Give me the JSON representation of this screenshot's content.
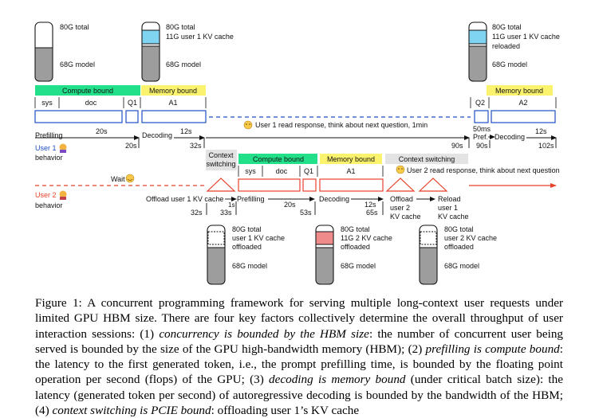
{
  "figure": {
    "gpu": {
      "total": "80G total",
      "model": "68G model",
      "u1_kv": "11G user 1 KV cache",
      "u1_kv_reloaded": "11G user 1 KV cache reloaded",
      "u1_kv_offloaded": "user 1 KV cache offloaded",
      "u2_kv": "11G 2 KV cache",
      "u2_kv_offloaded": "user 2 KV cache offloaded"
    },
    "bound": {
      "compute": "Compute bound",
      "memory": "Memory bound",
      "context": "Context switching",
      "context_line1": "Context",
      "context_line2": "switching"
    },
    "tokens": {
      "sys": "sys",
      "doc": "doc",
      "q1": "Q1",
      "a1": "A1",
      "q2": "Q2",
      "a2": "A2"
    },
    "user1": {
      "label": "User 1",
      "behavior": "behavior",
      "prefilling": "Prefilling",
      "decoding": "Decoding",
      "think": "User 1 read response, think about next question, 1min",
      "pref": "Pref.",
      "decoding2": "Decoding"
    },
    "user2": {
      "label": "User 2",
      "behavior": "behavior",
      "wait": "Wait",
      "think": "User 2 read response, think about next question",
      "offload_u1": "Offload user 1 KV cache",
      "prefilling": "Prefilling",
      "decoding": "Decoding",
      "offload_u2_l1": "Offload",
      "offload_u2_l2": "user 2",
      "offload_u2_l3": "KV cache",
      "reload_u1_l1": "Reload",
      "reload_u1_l2": "user 1",
      "reload_u1_l3": "KV cache"
    },
    "times": {
      "t20s": "20s",
      "t12s": "12s",
      "t20s_end": "20s",
      "t32s": "32s",
      "t90s": "90s",
      "t50ms": "50ms",
      "t90s_b": "90s",
      "t12s_b": "12s",
      "t102s": "102s",
      "u2_32s": "32s",
      "u2_1s": "1s",
      "u2_33s": "33s",
      "u2_20s": "20s",
      "u2_53s": "53s",
      "u2_12s": "12s",
      "u2_65s": "65s"
    },
    "colors": {
      "compute": "#22e08a",
      "memory": "#fbf36e",
      "context": "#e3e3e3",
      "u1_kv": "#7fd4f2",
      "u2_kv": "#f08b8b",
      "model": "#9d9d9d",
      "u1_blue": "#1f4fc4",
      "u2_red": "#e8412b"
    },
    "emoji_user1": "user-emoji-icon",
    "emoji_wait": "smile-emoji-icon"
  },
  "caption": {
    "label": "Figure 1:",
    "s1": "A concurrent programming framework for serving multiple long-context user requests under limited GPU HBM size. There are four key factors collectively determine the overall throughput of user interaction sessions: (1)",
    "i1": "concurrency is bounded by the HBM size",
    "s2": ": the number of concurrent user being served is bounded by the size of the GPU high-bandwidth memory (HBM); (2)",
    "i2": "prefilling is compute bound",
    "s3": ": the latency to the first generated token, i.e., the prompt prefilling time, is bounded by the floating point operation per second (flops) of the GPU; (3)",
    "i3": "decoding is memory bound",
    "s4": "(under critical batch size): the latency (generated token per second) of autoregressive decoding is bounded by the bandwidth of the HBM; (4)",
    "i4": "context switching is PCIE bound",
    "s5": ": offloading user 1’s KV cache"
  }
}
